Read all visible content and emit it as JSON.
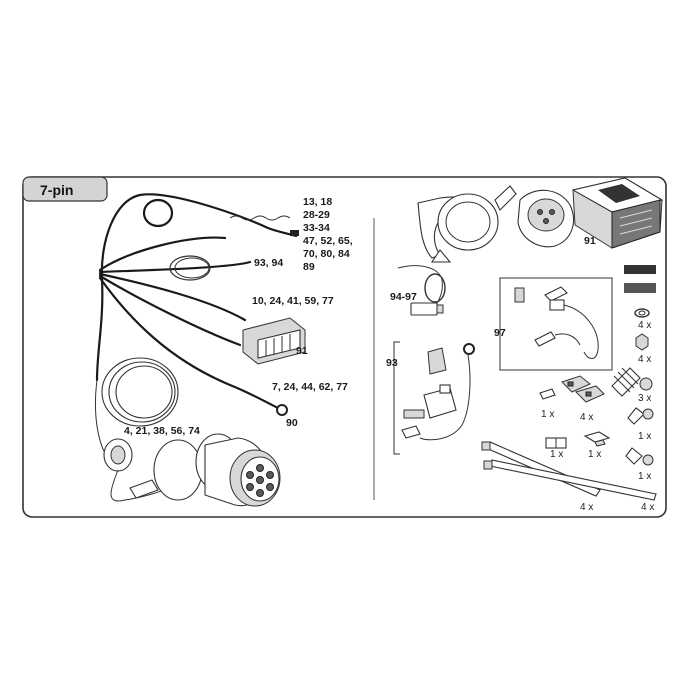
{
  "panel": {
    "title": "7-pin"
  },
  "harness": {
    "labels": {
      "top_cable": [
        "13, 18",
        "28-29",
        "33-34",
        "47, 52, 65,",
        "70, 80, 84",
        "89"
      ],
      "loop": "93, 94",
      "connector_upper": "10, 24, 41, 59, 77",
      "connector_part": "91",
      "connector_lower": "7, 24, 44, 62, 77",
      "ring_terminal": "90",
      "socket": "4, 21, 38, 56, 74"
    }
  },
  "parts": {
    "module": "91",
    "cable_lead": "94-97",
    "fuse_kit": "97",
    "fuse_holder": "93",
    "quantities": {
      "washer": "4 x",
      "nut": "4 x",
      "long_screw": "3 x",
      "self_tap_screw": "1 x",
      "small_screw": "1 x",
      "splice_small": "1 x",
      "splice_block": "4 x",
      "connector_a": "1 x",
      "connector_b": "1 x",
      "cable_tie_short": "4 x",
      "cable_tie_long": "4 x"
    }
  }
}
